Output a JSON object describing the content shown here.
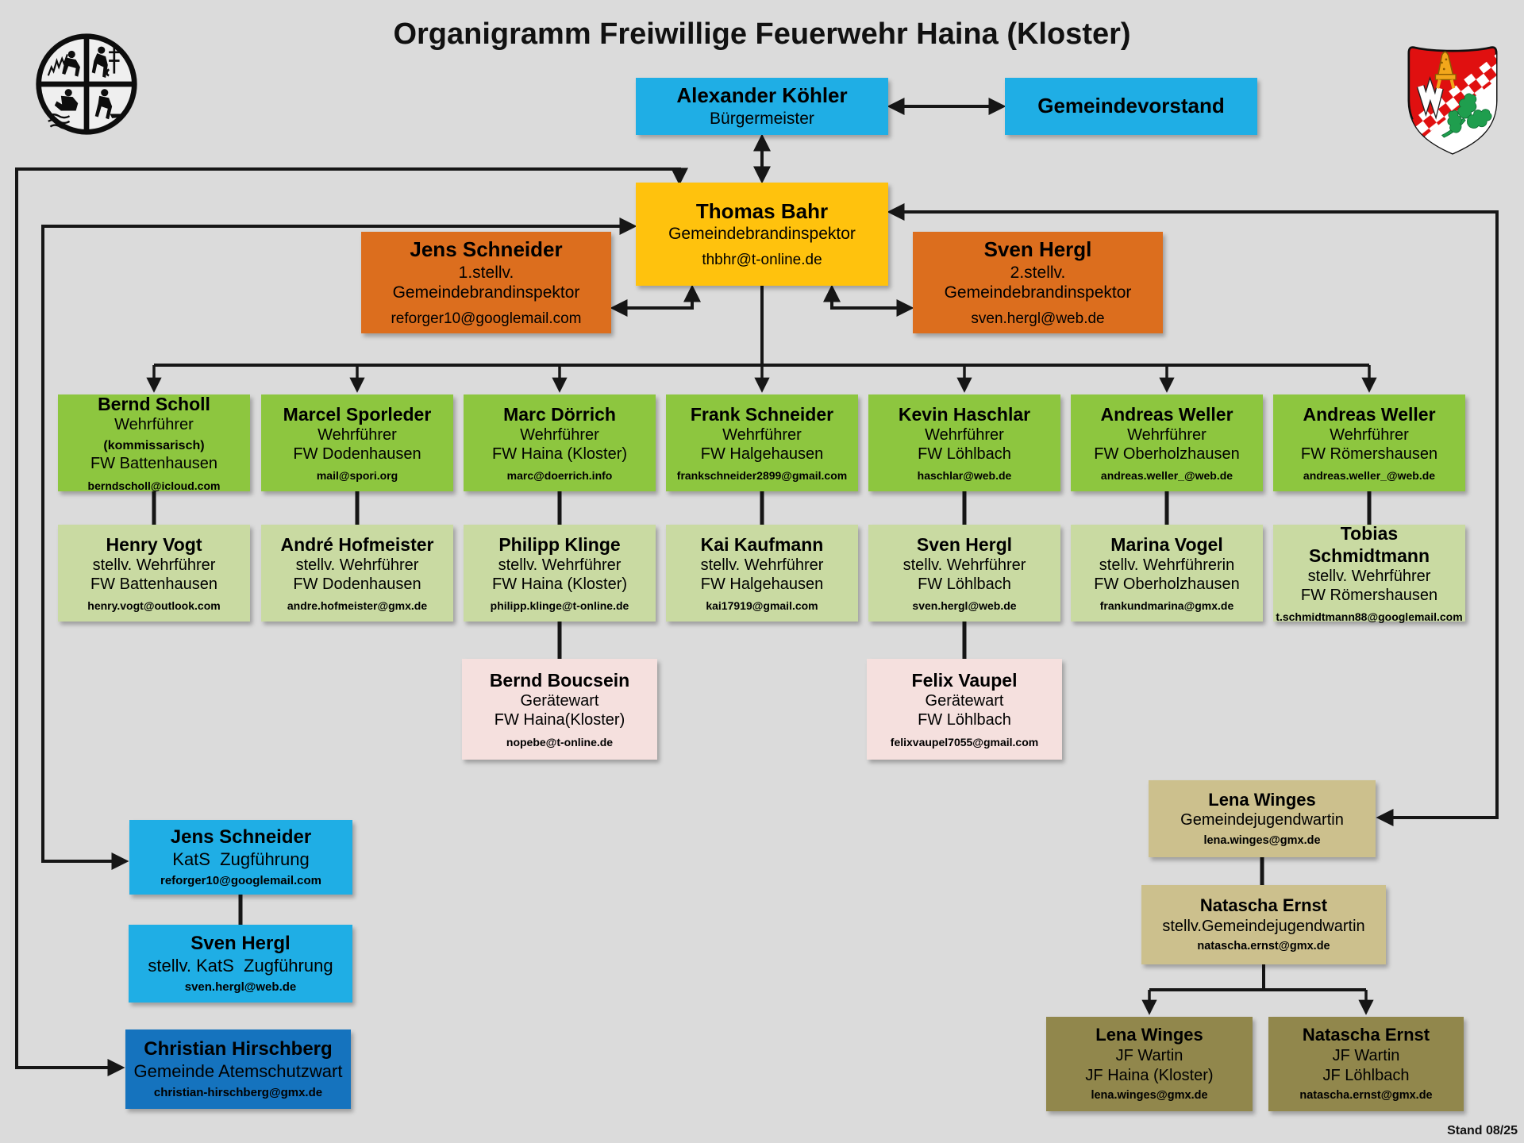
{
  "title": "Organigramm Freiwillige Feuerwehr Haina (Kloster)",
  "stand": "Stand 08/25",
  "colors": {
    "background": "#dbdbdb",
    "blue": "#1FAEE5",
    "dark_blue": "#1573BE",
    "yellow": "#FFC20D",
    "orange": "#DC6E1E",
    "green": "#8DC63F",
    "light_green": "#C9DAA2",
    "pink": "#F5E0DE",
    "tan": "#CCC08D",
    "olive": "#91874C",
    "line": "#161616"
  },
  "icons": {
    "fire_emblem": "fire-brigade-emblem",
    "coat_of_arms": "municipal-coat-of-arms"
  },
  "nodes": {
    "buergermeister": {
      "name": "Alexander Köhler",
      "role": "Bürgermeister"
    },
    "gemeindevorstand": {
      "name": "Gemeindevorstand"
    },
    "gbi": {
      "name": "Thomas Bahr",
      "role": "Gemeindebrandinspektor",
      "email": "thbhr@t-online.de"
    },
    "stv1": {
      "name": "Jens Schneider",
      "role": "1.stellv. Gemeindebrandinspektor",
      "email": "reforger10@googlemail.com"
    },
    "stv2": {
      "name": "Sven Hergl",
      "role": "2.stellv. Gemeindebrandinspektor",
      "email": "sven.hergl@web.de"
    },
    "wf_battenhausen": {
      "name": "Bernd Scholl",
      "role": "Wehrführer",
      "role_note": "(kommissarisch)",
      "unit": "FW Battenhausen",
      "email": "berndscholl@icloud.com"
    },
    "wf_dodenhausen": {
      "name": "Marcel Sporleder",
      "role": "Wehrführer",
      "unit": "FW Dodenhausen",
      "email": "mail@spori.org"
    },
    "wf_haina": {
      "name": "Marc Dörrich",
      "role": "Wehrführer",
      "unit": "FW Haina (Kloster)",
      "email": "marc@doerrich.info"
    },
    "wf_halgehausen": {
      "name": "Frank Schneider",
      "role": "Wehrführer",
      "unit": "FW Halgehausen",
      "email": "frankschneider2899@gmail.com"
    },
    "wf_loehlbach": {
      "name": "Kevin Haschlar",
      "role": "Wehrführer",
      "unit": "FW Löhlbach",
      "email": "haschlar@web.de"
    },
    "wf_oberholzhausen": {
      "name": "Andreas Weller",
      "role": "Wehrführer",
      "unit": "FW Oberholzhausen",
      "email": "andreas.weller_@web.de"
    },
    "wf_roemershausen": {
      "name": "Andreas Weller",
      "role": "Wehrführer",
      "unit": "FW Römershausen",
      "email": "andreas.weller_@web.de"
    },
    "swf_battenhausen": {
      "name": "Henry Vogt",
      "role": "stellv. Wehrführer",
      "unit": "FW Battenhausen",
      "email": "henry.vogt@outlook.com"
    },
    "swf_dodenhausen": {
      "name": "André Hofmeister",
      "role": "stellv. Wehrführer",
      "unit": "FW Dodenhausen",
      "email": "andre.hofmeister@gmx.de"
    },
    "swf_haina": {
      "name": "Philipp Klinge",
      "role": "stellv. Wehrführer",
      "unit": "FW Haina (Kloster)",
      "email": "philipp.klinge@t-online.de"
    },
    "swf_halgehausen": {
      "name": "Kai Kaufmann",
      "role": "stellv. Wehrführer",
      "unit": "FW Halgehausen",
      "email": "kai17919@gmail.com"
    },
    "swf_loehlbach": {
      "name": "Sven Hergl",
      "role": "stellv. Wehrführer",
      "unit": "FW Löhlbach",
      "email": "sven.hergl@web.de"
    },
    "swf_oberholzhausen": {
      "name": "Marina Vogel",
      "role": "stellv. Wehrführerin",
      "unit": "FW Oberholzhausen",
      "email": "frankundmarina@gmx.de"
    },
    "swf_roemershausen": {
      "name": "Tobias Schmidtmann",
      "role": "stellv. Wehrführer",
      "unit": "FW Römershausen",
      "email": "t.schmidtmann88@googlemail.com"
    },
    "gw_haina": {
      "name": "Bernd Boucsein",
      "role": "Gerätewart",
      "unit": "FW Haina(Kloster)",
      "email": "nopebe@t-online.de"
    },
    "gw_loehlbach": {
      "name": "Felix Vaupel",
      "role": "Gerätewart",
      "unit": "FW Löhlbach",
      "email": "felixvaupel7055@gmail.com"
    },
    "kats": {
      "name": "Jens Schneider",
      "role": "KatS  Zugführung",
      "email": "reforger10@googlemail.com"
    },
    "kats_stv": {
      "name": "Sven Hergl",
      "role": "stellv. KatS  Zugführung",
      "email": "sven.hergl@web.de"
    },
    "atemschutz": {
      "name": "Christian Hirschberg",
      "role": "Gemeinde Atemschutzwart",
      "email": "christian-hirschberg@gmx.de"
    },
    "jugendwartin": {
      "name": "Lena Winges",
      "role": "Gemeindejugendwartin",
      "email": "lena.winges@gmx.de"
    },
    "jugendwartin_stv": {
      "name": "Natascha Ernst",
      "role": "stellv.Gemeindejugendwartin",
      "email": "natascha.ernst@gmx.de"
    },
    "jf_haina": {
      "name": "Lena Winges",
      "role": "JF Wartin",
      "unit": "JF Haina (Kloster)",
      "email": "lena.winges@gmx.de"
    },
    "jf_loehlbach": {
      "name": "Natascha Ernst",
      "role": "JF Wartin",
      "unit": "JF Löhlbach",
      "email": "natascha.ernst@gmx.de"
    }
  }
}
